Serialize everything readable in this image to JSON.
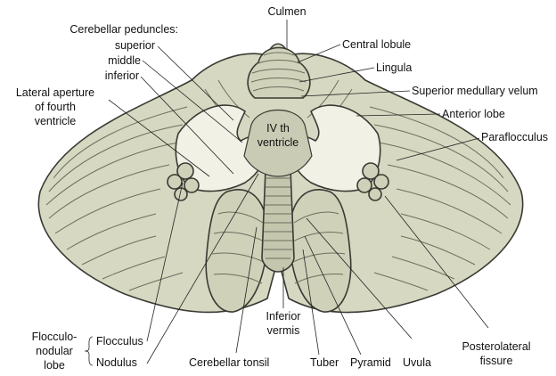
{
  "labels": {
    "culmen": "Culmen",
    "central_lobule": "Central lobule",
    "lingula": "Lingula",
    "superior_medullary_velum": "Superior medullary velum",
    "anterior_lobe": "Anterior lobe",
    "paraflocculus": "Paraflocculus",
    "cerebellar_peduncles": "Cerebellar peduncles:",
    "superior": "superior",
    "middle": "middle",
    "inferior": "inferior",
    "lateral_aperture_1": "Lateral aperture",
    "lateral_aperture_2": "of fourth",
    "lateral_aperture_3": "ventricle",
    "ventricle_1": "IV th",
    "ventricle_2": "ventricle",
    "flocculonodular_1": "Flocculo-",
    "flocculonodular_2": "nodular",
    "flocculonodular_3": "lobe",
    "flocculus": "Flocculus",
    "nodulus": "Nodulus",
    "cerebellar_tonsil": "Cerebellar tonsil",
    "inferior_vermis_1": "Inferior",
    "inferior_vermis_2": "vermis",
    "tuber": "Tuber",
    "pyramid": "Pyramid",
    "uvula": "Uvula",
    "posterolateral_fissure_1": "Posterolateral",
    "posterolateral_fissure_2": "fissure"
  },
  "colors": {
    "tissue": "#d6d8c1",
    "tissue_dark": "#b9bca3",
    "folia": "#6d6e5e",
    "outline": "#3a3a34",
    "peduncle": "#f1f1e6",
    "ventricle": "#c9cbb4",
    "text": "#111111"
  }
}
